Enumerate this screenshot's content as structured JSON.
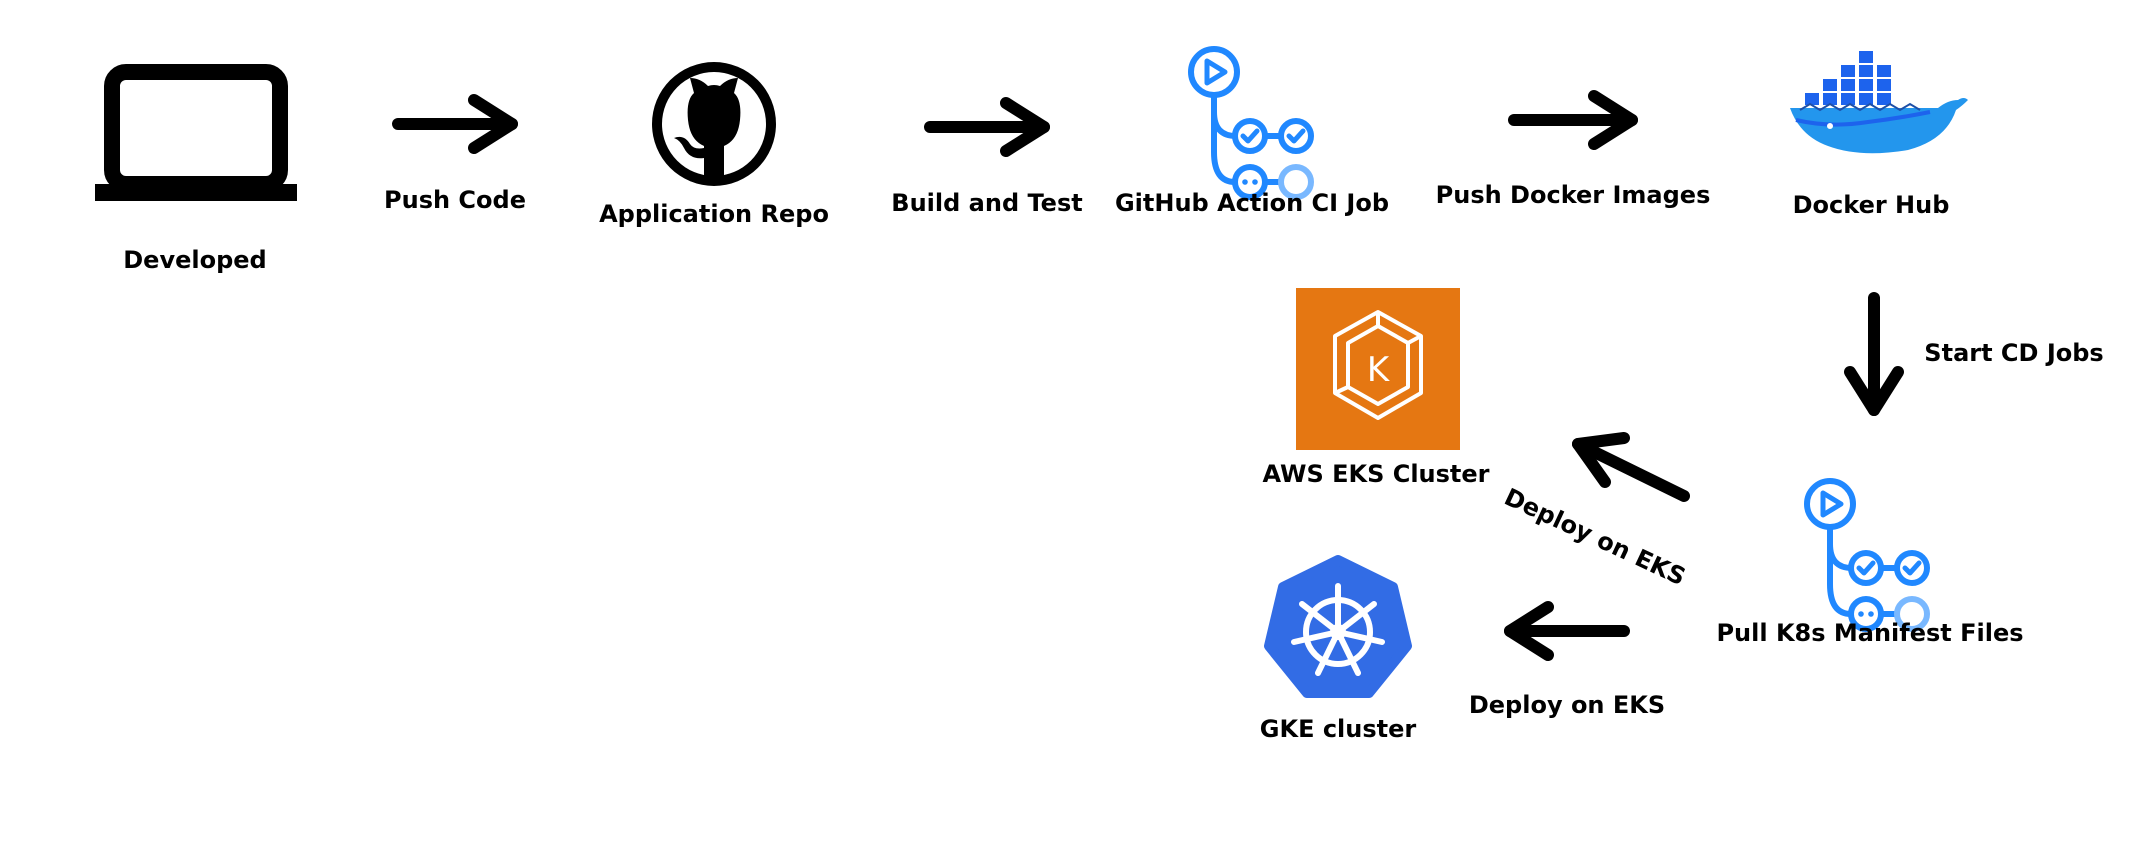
{
  "nodes": {
    "developer": {
      "label": "Developed",
      "icon": "laptop-icon"
    },
    "repo": {
      "label": "Application Repo",
      "icon": "github-icon"
    },
    "ci_job": {
      "label": "GitHub Action CI Job",
      "icon": "github-actions-icon"
    },
    "docker_hub": {
      "label": "Docker Hub",
      "icon": "docker-whale-icon"
    },
    "cd_job": {
      "label": "Pull K8s Manifest Files",
      "icon": "github-actions-icon"
    },
    "eks": {
      "label": "AWS EKS Cluster",
      "icon": "amazon-eks-icon",
      "letter": "K"
    },
    "gke": {
      "label": "GKE cluster",
      "icon": "kubernetes-helm-icon"
    }
  },
  "edges": {
    "push_code": "Push Code",
    "build_test": "Build and Test",
    "push_images": "Push Docker Images",
    "start_cd": "Start CD Jobs",
    "deploy_eks_1": "Deploy on EKS",
    "deploy_eks_2": "Deploy on EKS"
  },
  "colors": {
    "actions_blue": "#2088FF",
    "actions_light": "#79B8FF",
    "docker_blue": "#1D63ED",
    "docker_water": "#2396ED",
    "eks_orange": "#E57712",
    "k8s_blue": "#326CE5",
    "arrow": "#000000"
  }
}
